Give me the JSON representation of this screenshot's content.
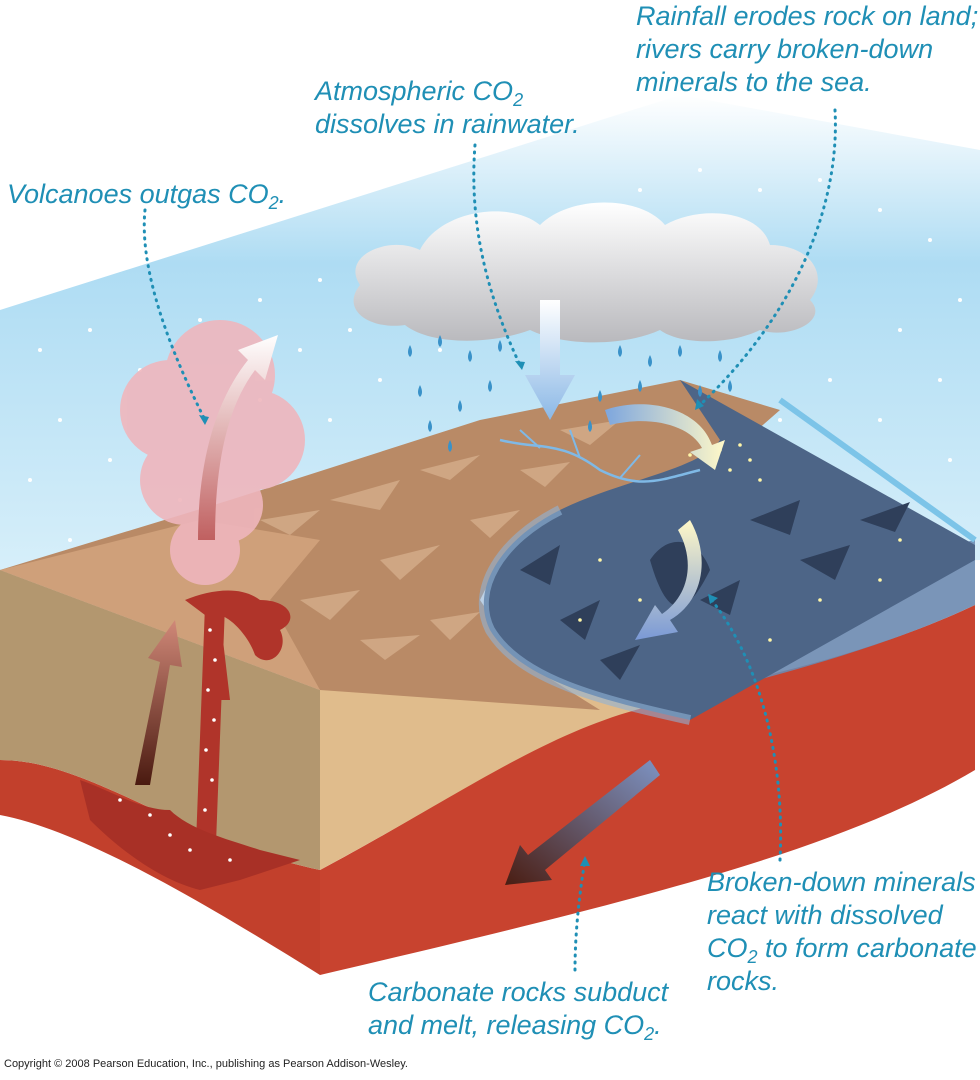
{
  "labels": {
    "rainfall": {
      "line1": "Rainfall erodes rock on land;",
      "line2": "rivers carry broken-down",
      "line3": "minerals to the sea."
    },
    "atmospheric": {
      "line1a": "Atmospheric CO",
      "line1sub": "2",
      "line2": "dissolves in rainwater."
    },
    "volcanoes": {
      "text": "Volcanoes outgas CO",
      "sub": "2",
      "end": "."
    },
    "broken_down": {
      "line1": "Broken-down minerals",
      "line2": "react with dissolved",
      "line3a": "CO",
      "line3sub": "2",
      "line3b": " to form carbonate",
      "line4": "rocks."
    },
    "carbonate": {
      "line1": "Carbonate rocks subduct",
      "line2a": "and melt, releasing CO",
      "line2sub": "2",
      "line2b": "."
    }
  },
  "copyright": "Copyright © 2008 Pearson Education, Inc., publishing as Pearson Addison-Wesley.",
  "colors": {
    "label_text": "#1f8fb5",
    "sky": "#bfe3f5",
    "land_top": "#b98a66",
    "land_side": "#e0bc8c",
    "ocean": "#4d6587",
    "mantle": "#c2402c",
    "magma": "#b0342a"
  }
}
